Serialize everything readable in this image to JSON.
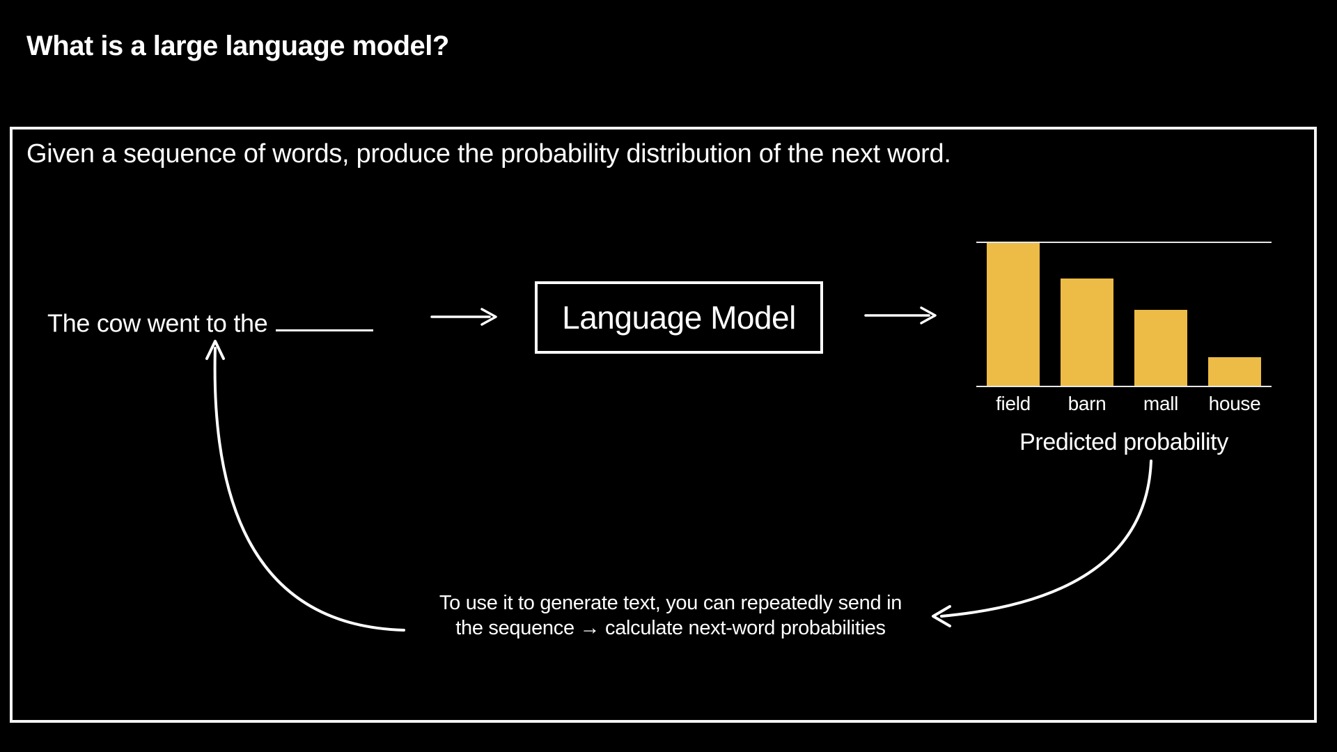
{
  "page": {
    "title": "What is a large language model?",
    "background_color": "#000000",
    "text_color": "#FFFFFF",
    "border_color": "#F5F5F5"
  },
  "panel": {
    "subtitle": "Given a sequence of words, produce the probability distribution of the next word.",
    "prompt_text": "The cow went to the",
    "model_box_label": "Language Model",
    "loop_note_line1": "To use it to generate text, you can repeatedly send in",
    "loop_note_line2": "the sequence → calculate next-word probabilities"
  },
  "chart_data": {
    "type": "bar",
    "title": "Predicted probability",
    "categories": [
      "field",
      "barn",
      "mall",
      "house"
    ],
    "values": [
      1.0,
      0.75,
      0.53,
      0.2
    ],
    "ylim": [
      0,
      1
    ],
    "xlabel": "",
    "ylabel": "",
    "grid": false,
    "legend": false,
    "bar_color": "#ECBC47",
    "axis_color": "#E8E8E8",
    "note": "no numeric axis shown; values are relative bar heights vs tallest bar"
  }
}
